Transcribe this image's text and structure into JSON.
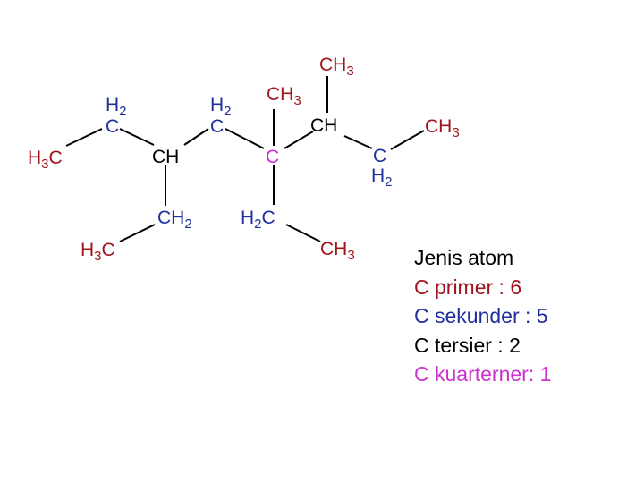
{
  "colors": {
    "primer": "#a0141e",
    "sekunder": "#1f2f9c",
    "tersier": "#000000",
    "kuarterner": "#cc33cc"
  },
  "atoms": {
    "c1": {
      "main": "H",
      "sub": "3",
      "tail": "C"
    },
    "c2": {
      "main": "H",
      "sub": "2",
      "c": "C"
    },
    "c3": {
      "main": "CH"
    },
    "c3_branch_ch2": {
      "main": "CH",
      "sub": "2"
    },
    "c3_branch_ch3": {
      "main": "H",
      "sub": "3",
      "tail": "C"
    },
    "c4": {
      "main": "H",
      "sub": "2",
      "c": "C"
    },
    "c5": {
      "main": "C"
    },
    "c5_methyl": {
      "main": "CH",
      "sub": "3"
    },
    "c5_branch_ch2": {
      "main": "H",
      "sub": "2",
      "tail": "C"
    },
    "c5_branch_ch3": {
      "main": "CH",
      "sub": "3"
    },
    "c6": {
      "main": "CH"
    },
    "c6_methyl": {
      "main": "CH",
      "sub": "3"
    },
    "c7": {
      "c": "C",
      "main": "H",
      "sub": "2"
    },
    "c8": {
      "main": "CH",
      "sub": "3"
    }
  },
  "legend": {
    "title": "Jenis atom",
    "primer": "C primer : 6",
    "sekunder": "C sekunder : 5",
    "tersier": "C tersier : 2",
    "kuarterner": "C kuarterner:  1"
  }
}
